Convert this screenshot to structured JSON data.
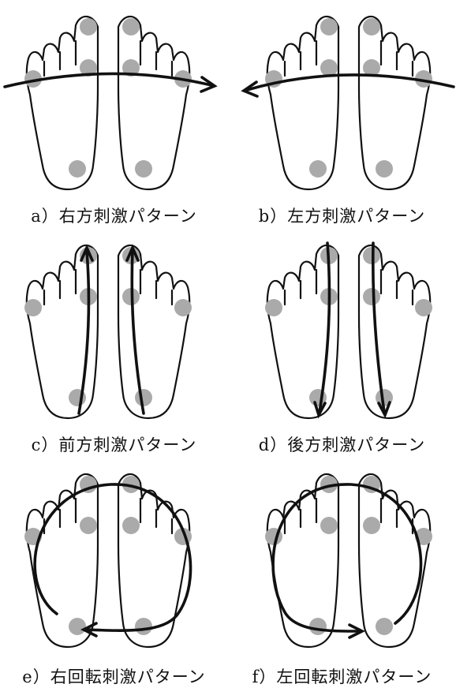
{
  "colors": {
    "outline": "#111111",
    "stimulus_point": "#aaaaaa",
    "arrow": "#111111"
  },
  "panels": [
    {
      "id": "a",
      "caption": "a）右方刺激パターン",
      "arrow": "right-sweep"
    },
    {
      "id": "b",
      "caption": "b）左方刺激パターン",
      "arrow": "left-sweep"
    },
    {
      "id": "c",
      "caption": "c）前方刺激パターン",
      "arrow": "forward"
    },
    {
      "id": "d",
      "caption": "d）後方刺激パターン",
      "arrow": "backward"
    },
    {
      "id": "e",
      "caption": "e）右回転刺激パターン",
      "arrow": "rotate-right"
    },
    {
      "id": "f",
      "caption": "f）左回転刺激パターン",
      "arrow": "rotate-left"
    }
  ]
}
